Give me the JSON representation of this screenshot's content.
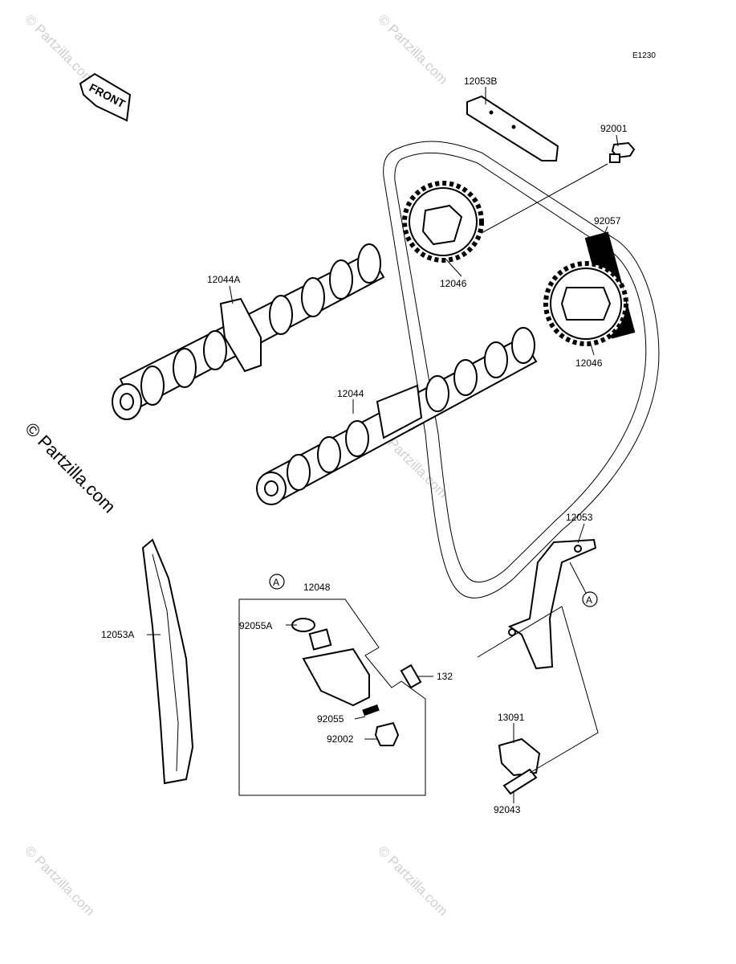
{
  "diagram_code": "E1230",
  "front_label": "FRONT",
  "callout_marker": "A",
  "watermark": "© Partzilla.com",
  "parts": {
    "p12053B": "12053B",
    "p92001": "92001",
    "p92057": "92057",
    "p12046_top": "12046",
    "p12046_right": "12046",
    "p12044A": "12044A",
    "p12044": "12044",
    "p12053": "12053",
    "p12048": "12048",
    "p92055A": "92055A",
    "p132": "132",
    "p92055": "92055",
    "p92002": "92002",
    "p12053A": "12053A",
    "p13091": "13091",
    "p92043": "92043"
  }
}
